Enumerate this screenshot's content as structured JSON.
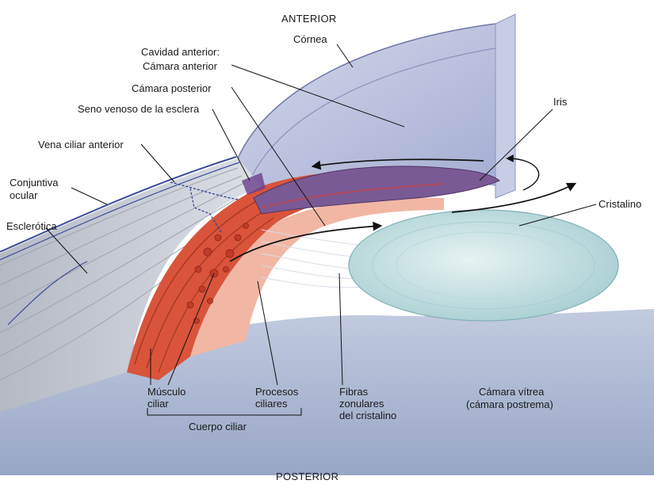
{
  "orientation": {
    "top": "ANTERIOR",
    "bottom": "POSTERIOR"
  },
  "labels": {
    "cornea": "Córnea",
    "anterior_cavity": "Cavidad anterior:",
    "anterior_chamber": "Cámara anterior",
    "posterior_chamber": "Cámara posterior",
    "scleral_venous_sinus": "Seno venoso de la esclera",
    "anterior_ciliary_vein": "Vena ciliar anterior",
    "conjunctiva_line1": "Conjuntiva",
    "conjunctiva_line2": "ocular",
    "sclera": "Esclerótica",
    "iris": "Iris",
    "lens": "Cristalino",
    "ciliary_muscle_line1": "Músculo",
    "ciliary_muscle_line2": "ciliar",
    "ciliary_processes_line1": "Procesos",
    "ciliary_processes_line2": "ciliares",
    "ciliary_body": "Cuerpo ciliar",
    "zonular_fibers_line1": "Fibras",
    "zonular_fibers_line2": "zonulares",
    "zonular_fibers_line3": "del cristalino",
    "vitreous_chamber_line1": "Cámara vítrea",
    "vitreous_chamber_line2": "(cámara postrema)"
  },
  "colors": {
    "sclera": "#c9cdd6",
    "cornea": "#b9bfdc",
    "muscle": "#d9543a",
    "iris": "#7a5a94",
    "vein": "#2d3f8f",
    "lens": "#c6e2e4",
    "vitreous": "#aeb9d2"
  }
}
